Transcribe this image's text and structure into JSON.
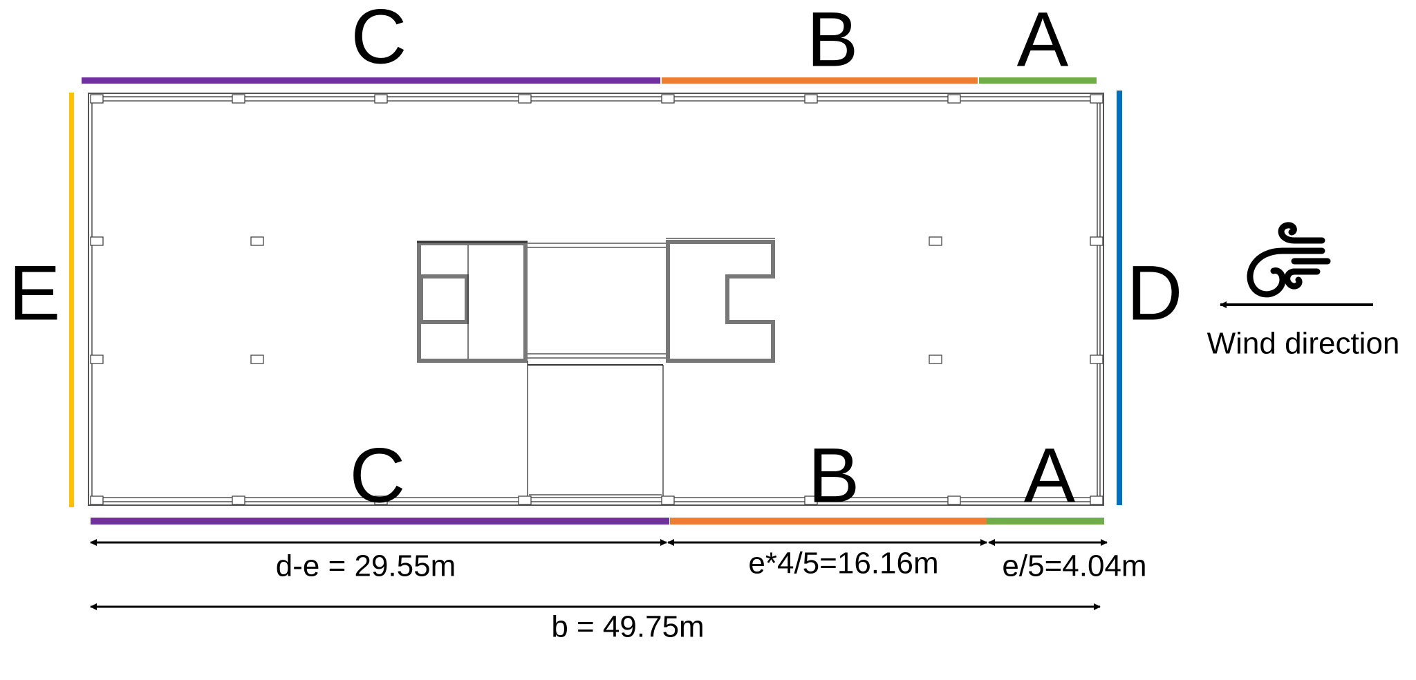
{
  "zones": {
    "top": [
      {
        "label": "C",
        "color": "#7030A0"
      },
      {
        "label": "B",
        "color": "#ED7D31"
      },
      {
        "label": "A",
        "color": "#70AD47"
      }
    ],
    "bottom": [
      {
        "label": "C",
        "color": "#7030A0"
      },
      {
        "label": "B",
        "color": "#ED7D31"
      },
      {
        "label": "A",
        "color": "#70AD47"
      }
    ],
    "windward": {
      "label": "D",
      "color": "#0070C0"
    },
    "leeward": {
      "label": "E",
      "color": "#FFC000"
    }
  },
  "dimensions": {
    "c_length": "d-e = 29.55m",
    "b_length": "e*4/5=16.16m",
    "a_length": "e/5=4.04m",
    "total": "b = 49.75m"
  },
  "wind": {
    "label": "Wind direction",
    "icon": "wind-icon",
    "arrow": "arrow-left"
  }
}
